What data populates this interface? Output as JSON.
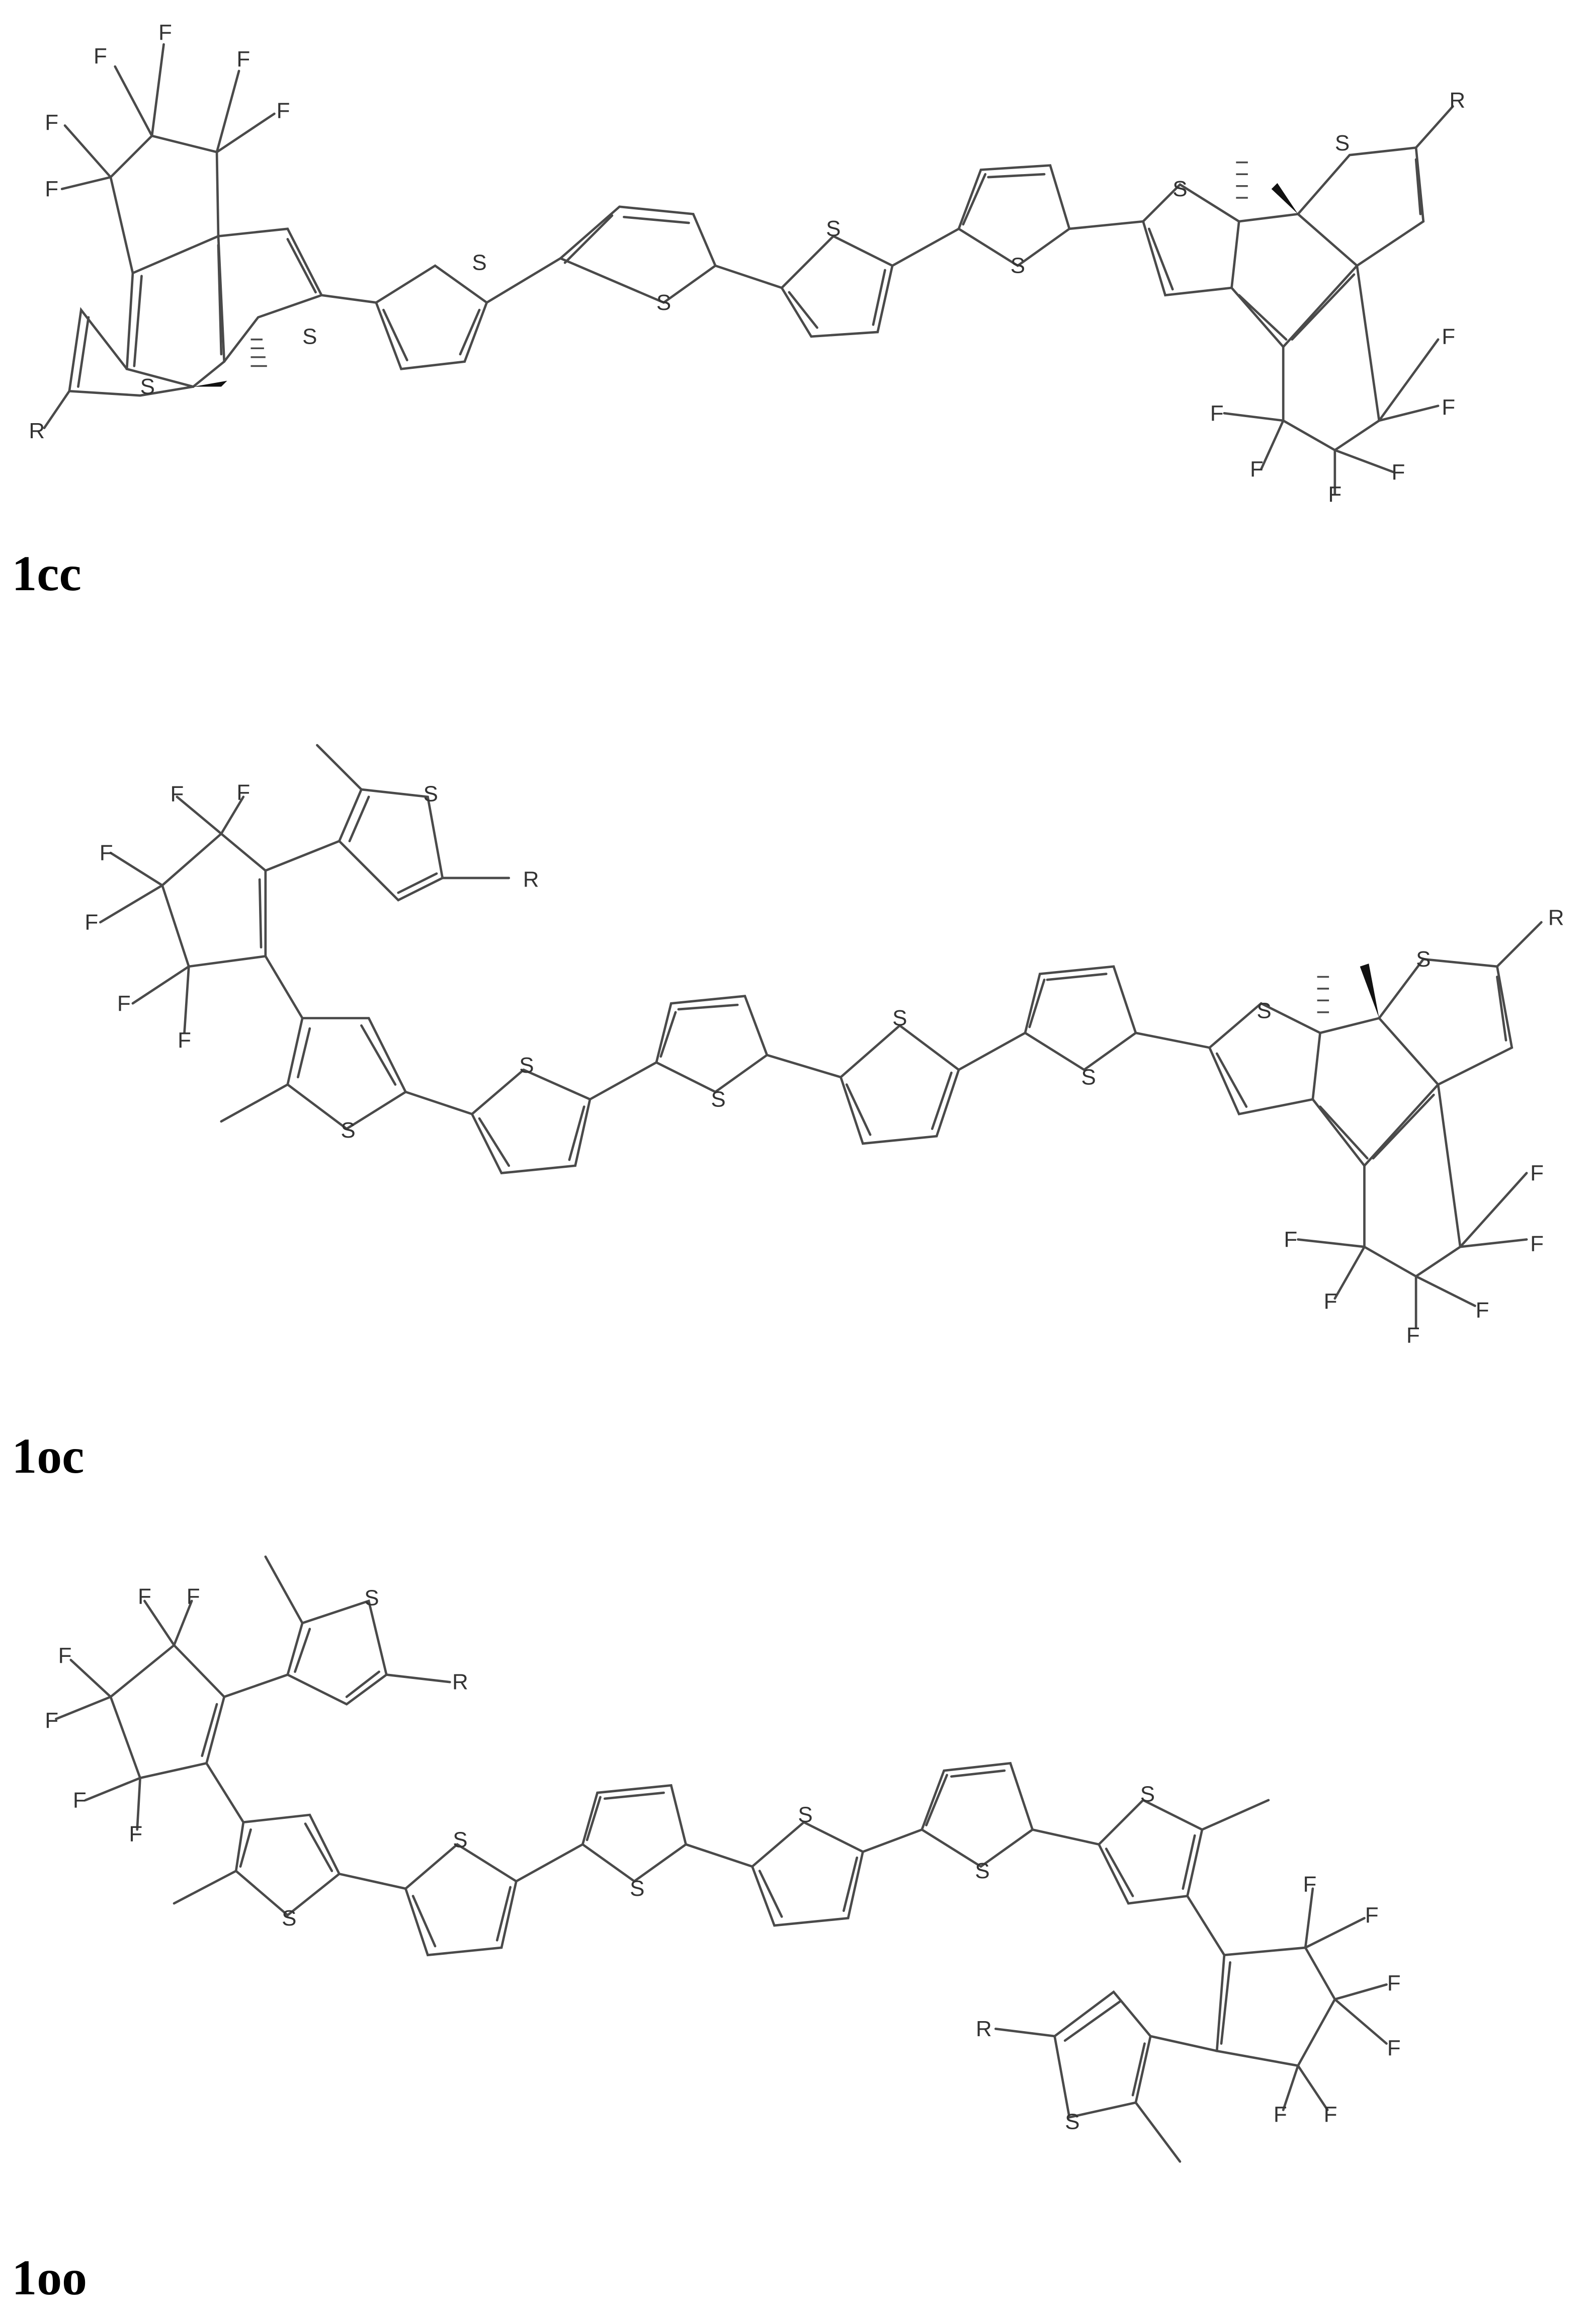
{
  "figure": {
    "type": "chemical-structure-figure",
    "compounds": [
      {
        "id": "1cc",
        "label": "1cc",
        "description": "Closed-ring / closed-ring form: two ring-closed dithienylperfluorocyclopentene (DTE) units with a quaterthiophene bridge",
        "substituent_label": "R",
        "atoms_shown": [
          "F",
          "F",
          "F",
          "F",
          "F",
          "F",
          "F",
          "F",
          "F",
          "F",
          "F",
          "F",
          "S",
          "S",
          "S",
          "S",
          "S",
          "S",
          "S",
          "S",
          "R",
          "R"
        ]
      },
      {
        "id": "1oc",
        "label": "1oc",
        "description": "Open-ring / closed-ring form: one ring-open DTE unit and one ring-closed DTE unit linked by quaterthiophene",
        "substituent_label": "R",
        "atoms_shown": [
          "F",
          "F",
          "F",
          "F",
          "F",
          "F",
          "F",
          "F",
          "F",
          "F",
          "F",
          "F",
          "S",
          "S",
          "S",
          "S",
          "S",
          "S",
          "S",
          "S",
          "R",
          "R"
        ]
      },
      {
        "id": "1oo",
        "label": "1oo",
        "description": "Open-ring / open-ring form: two ring-open DTE units linked by quaterthiophene",
        "substituent_label": "R",
        "atoms_shown": [
          "F",
          "F",
          "F",
          "F",
          "F",
          "F",
          "F",
          "F",
          "F",
          "F",
          "F",
          "F",
          "S",
          "S",
          "S",
          "S",
          "S",
          "S",
          "S",
          "S",
          "R",
          "R"
        ]
      }
    ],
    "colors": {
      "bond": "#4a4a4a",
      "text": "#333333",
      "label": "#000000",
      "background": "#ffffff"
    }
  },
  "labels": {
    "c1": "1cc",
    "c2": "1oc",
    "c3": "1oo"
  },
  "atoms": {
    "S": "S",
    "F": "F",
    "R": "R"
  }
}
